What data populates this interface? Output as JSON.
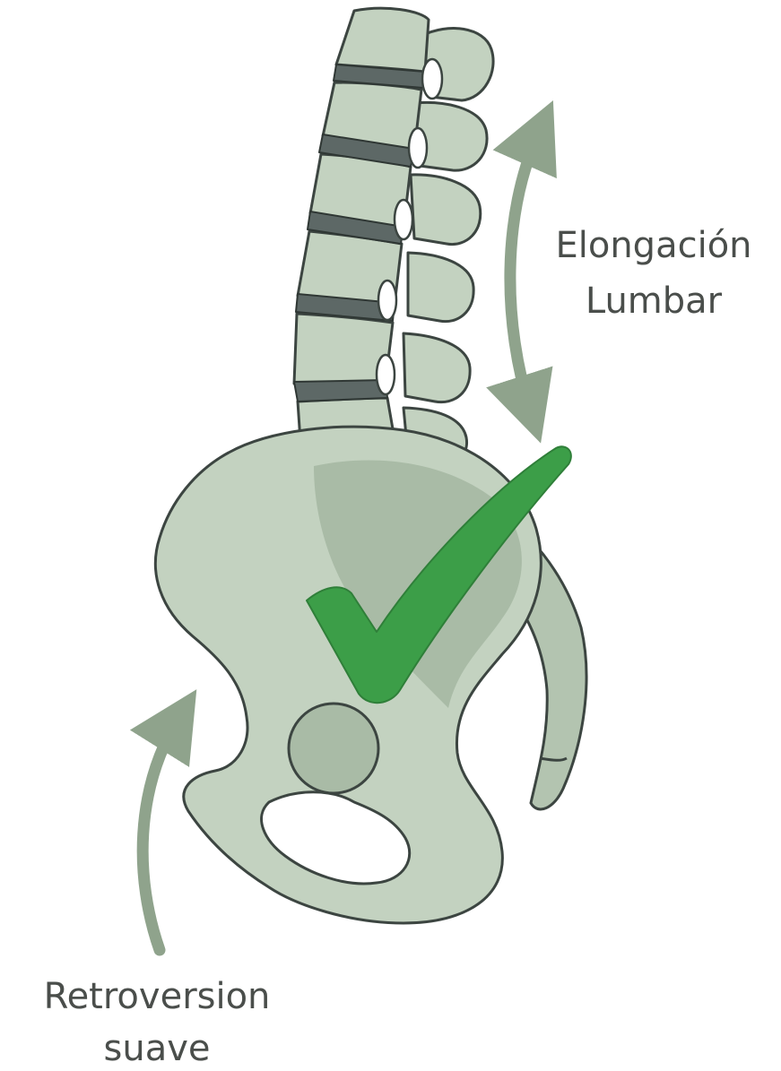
{
  "labels": {
    "lumbar_line1": "Elongación",
    "lumbar_line2": "Lumbar",
    "pelvis_line1": "Retroversion",
    "pelvis_line2": "suave"
  },
  "colors": {
    "background": "#ffffff",
    "bone_fill": "#c3d2c0",
    "bone_fill_dark": "#a9bba6",
    "bone_outline": "#3c4541",
    "disc_fill": "#5d6866",
    "arrow": "#8fa38c",
    "check": "#3c9e48",
    "text": "#4a4e4b"
  },
  "icons": {
    "lumbar_arrow": "double-headed-curved-arrow",
    "pelvis_arrow": "curved-up-arrow",
    "approval_mark": "check-mark-icon"
  }
}
